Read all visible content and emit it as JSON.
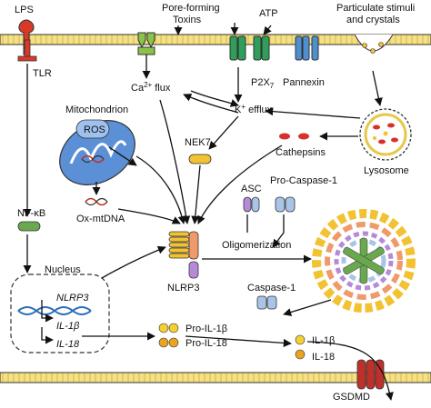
{
  "labels": {
    "lps": "LPS",
    "tlr": "TLR",
    "pore": "Pore-forming",
    "pore2": "Toxins",
    "atp": "ATP",
    "particulate": "Particulate stimuli",
    "particulate2": "and crystals",
    "ca_flux_main": "Ca",
    "ca_flux_sup": "2+",
    "ca_flux_tail": " flux",
    "p2x7_main": "P2X",
    "p2x7_sub": "7",
    "pannexin": "Pannexin",
    "k_main": "K",
    "k_sup": "+",
    "k_tail": " efflux",
    "mito": "Mitochondrion",
    "ros": "ROS",
    "nek7": "NEK7",
    "cathepsins": "Cathepsins",
    "lysosome": "Lysosome",
    "oxmtdna": "Ox-mtDNA",
    "nfkb": "NF-κB",
    "asc": "ASC",
    "procasp": "Pro-Caspase-1",
    "nucleus": "Nucleus",
    "nlrp3_gene": "NLRP3",
    "il1b_gene": "IL-1β",
    "il18_gene": "IL-18",
    "nlrp3_protein": "NLRP3",
    "oligomerization": "Oligomerization",
    "caspase1": "Caspase-1",
    "pro_il1b": "Pro-IL-1β",
    "pro_il18": "Pro-IL-18",
    "il1b": "IL-1β",
    "il18": "IL-18",
    "gsdmd": "GSDMD"
  },
  "colors": {
    "membrane": "#e6c84a",
    "tlr_red": "#d83a2a",
    "channel_green": "#8bc34a",
    "p2x7_green": "#2e9e5a",
    "pannexin_blue": "#4f8fd0",
    "mito_blue": "#5b8fd6",
    "ros_blue": "#9ec1ee",
    "nek7_yellow": "#f2c232",
    "cathepsin_red": "#d4322a",
    "nfkb_green": "#6aa84f",
    "asc_purple": "#b58ad8",
    "procasp_blue": "#a8c4e6",
    "nlrp3_orange": "#ef9a6a",
    "dna_blue": "#2c6fb5",
    "il_yellow": "#f5d033",
    "gsdmd_red": "#c0302a"
  },
  "icons": [
    "tlr-receptor-icon",
    "channel-icon",
    "p2x7-channel-icon",
    "pannexin-channel-icon",
    "mitochondrion-icon",
    "lysosome-icon",
    "dna-helix-icon",
    "inflammasome-ring-icon",
    "gsdmd-pore-icon"
  ]
}
